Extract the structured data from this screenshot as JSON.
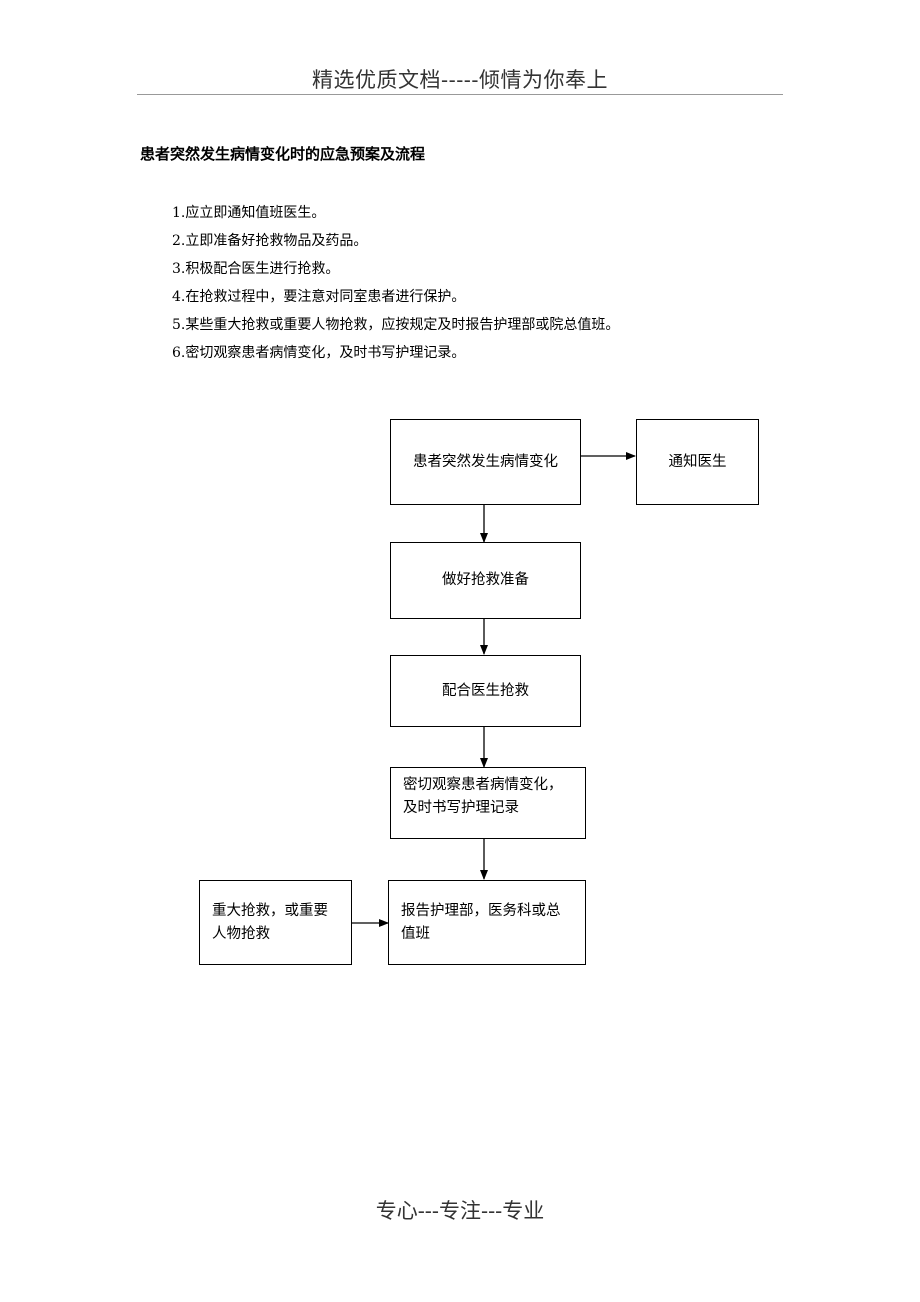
{
  "header": {
    "text": "精选优质文档-----倾情为你奉上"
  },
  "title": "患者突然发生病情变化时的应急预案及流程",
  "steps": [
    "1.应立即通知值班医生。",
    "2.立即准备好抢救物品及药品。",
    "3.积极配合医生进行抢救。",
    "4.在抢救过程中，要注意对同室患者进行保护。",
    "5.某些重大抢救或重要人物抢救，应按规定及时报告护理部或院总值班。",
    "6.密切观察患者病情变化，及时书写护理记录。"
  ],
  "flowchart": {
    "patient_change": "患者突然发生病情变化",
    "notify_doctor": "通知医生",
    "prepare_rescue": "做好抢救准备",
    "assist_doctor": "配合医生抢救",
    "observe_record_line1": "密切观察患者病情变化，",
    "observe_record_line2": "及时书写护理记录",
    "major_rescue_line1": "重大抢救，或重要",
    "major_rescue_line2": "人物抢救",
    "report_line1": "报告护理部，医务科或总",
    "report_line2": "值班"
  },
  "footer": {
    "text": "专心---专注---专业"
  }
}
